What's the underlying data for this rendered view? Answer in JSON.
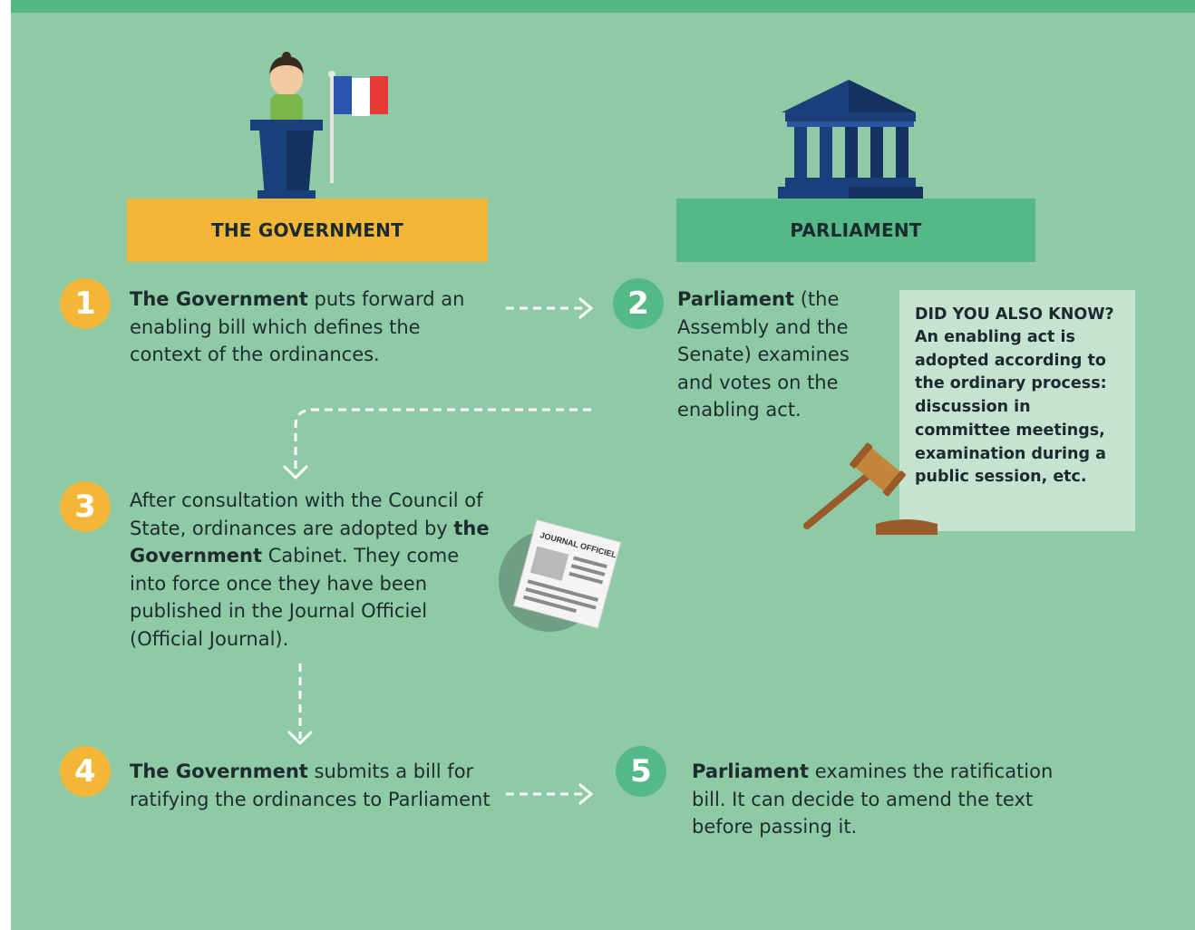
{
  "headers": {
    "government": "THE GOVERNMENT",
    "parliament": "PARLIAMENT"
  },
  "steps": [
    {
      "number": "1",
      "bold": "The Government",
      "rest": " puts forward an enabling bill which defines the context of the ordinances."
    },
    {
      "number": "2",
      "bold": "Parliament",
      "rest": " (the Assembly and the Senate) examines and votes on the enabling act."
    },
    {
      "number": "3",
      "pre": "After consultation with the Council of State, ordinances are adopted by ",
      "bold": "the Government",
      "rest": " Cabinet. They come into force once they have been published in the Journal Officiel (Official Journal)."
    },
    {
      "number": "4",
      "bold": "The Government",
      "rest": " submits a bill for ratifying the ordinances to Parliament"
    },
    {
      "number": "5",
      "bold": "Parliament",
      "rest": " examines the ratification bill. It can decide to amend the text before passing it."
    }
  ],
  "info": {
    "title": "DID YOU ALSO KNOW?",
    "body": "An enabling act is adopted according to the ordinary process: discussion in committee meetings, examination during a public session, etc."
  },
  "illustrations": {
    "newspaper_masthead": "JOURNAL OFFICIEL",
    "icons": [
      "speaker-at-podium-icon",
      "french-flag-icon",
      "parliament-building-icon",
      "gavel-icon",
      "newspaper-icon"
    ]
  },
  "colors": {
    "background": "#8fcaa6",
    "government_accent": "#f4b636",
    "parliament_accent": "#54b986",
    "info_box": "#c6e3d2",
    "dark_blue": "#1b3f7a"
  }
}
